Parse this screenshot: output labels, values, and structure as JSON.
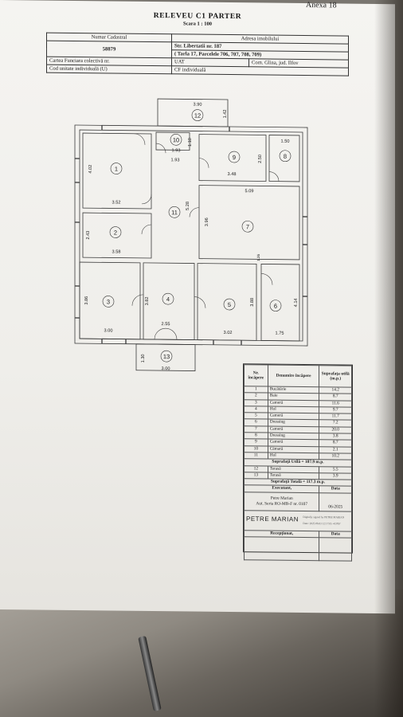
{
  "header": {
    "annex": "Anexa 18",
    "title": "RELEVEU C1 PARTER",
    "scale": "Scara 1 : 100"
  },
  "info": {
    "cadastral_label": "Numar Cadastral",
    "cadastral_value": "58879",
    "address_label": "Adresa imobilului",
    "address_line1": "Str. Libertatii nr. 187",
    "address_line2": "( Tarla 17, Parcelele 706, 707, 708, 709)",
    "cf_collective_label": "Cartea Funciara colectivă nr.",
    "uat_label": "UAT",
    "uat_value": "Com. Glina, jud. Ilfov",
    "unit_code_label": "Cod unitate individuală (U)",
    "cf_individual_label": "CF individuală"
  },
  "plan": {
    "room_numbers": [
      "1",
      "2",
      "3",
      "4",
      "5",
      "6",
      "7",
      "8",
      "9",
      "10",
      "11",
      "12",
      "13"
    ],
    "dimensions": {
      "r12_w": "3.90",
      "r12_h": "1.42",
      "r10_h": "1.10",
      "r10_w": "1.93",
      "r11_top": "1.93",
      "r9_h": "2.50",
      "r9_w": "3.48",
      "r8_w": "1.50",
      "r1_h": "4.02",
      "r1_w": "3.52",
      "r7_w": "5.09",
      "r7_h": "3.96",
      "r11_h": "5.28",
      "r2_h": "2.43",
      "r2_w": "3.58",
      "r6_top": "1.26",
      "r6_h": "4.14",
      "r6_w": "1.75",
      "r3_h": "3.86",
      "r3_w": "3.00",
      "r4_h": "3.82",
      "r4_w": "2.55",
      "r5_h": "3.88",
      "r5_w": "3.02",
      "r13_h": "1.30",
      "r13_w": "3.00"
    }
  },
  "legend": {
    "col_nr": "Nr. încăpere",
    "col_name": "Denumire încăpere",
    "col_area": "Suprafaţa utilă",
    "col_unit": "(m.p.)",
    "rooms": [
      {
        "nr": "1",
        "name": "Bucătărie",
        "area": "14.2"
      },
      {
        "nr": "2",
        "name": "Baie",
        "area": "8.7"
      },
      {
        "nr": "3",
        "name": "Cameră",
        "area": "11.6"
      },
      {
        "nr": "4",
        "name": "Hol",
        "area": "9.7"
      },
      {
        "nr": "5",
        "name": "Cameră",
        "area": "11.7"
      },
      {
        "nr": "6",
        "name": "Dressing",
        "area": "7.2"
      },
      {
        "nr": "7",
        "name": "Cameră",
        "area": "20.0"
      },
      {
        "nr": "8",
        "name": "Dressing",
        "area": "3.8"
      },
      {
        "nr": "9",
        "name": "Cameră",
        "area": "8.7"
      },
      {
        "nr": "10",
        "name": "Cămară",
        "area": "2.1"
      },
      {
        "nr": "11",
        "name": "Hol",
        "area": "10.2"
      }
    ],
    "useful_total": "Suprafaţă Utilă = 107.9 m.p.",
    "terraces": [
      {
        "nr": "12",
        "name": "Terasă",
        "area": "5.5"
      },
      {
        "nr": "13",
        "name": "Terasă",
        "area": "3.9"
      }
    ],
    "total": "Suprafaţă Totală = 117.3 m.p.",
    "executant_label": "Executant,",
    "date_label": "Data",
    "executant_name": "Petre Marian",
    "authorization": "Aut. Seria RO-MB-F nr. 0107",
    "date_value": "06-2025",
    "signature_name": "PETRE MARIAN",
    "signature_note_1": "Digitally signed by PETRE MARIAN",
    "signature_note_2": "Date: 2025.06.03 12:17:05 +03'00'",
    "receptionat_label": "Recepţionat,",
    "receptionat_date_label": "Data"
  }
}
